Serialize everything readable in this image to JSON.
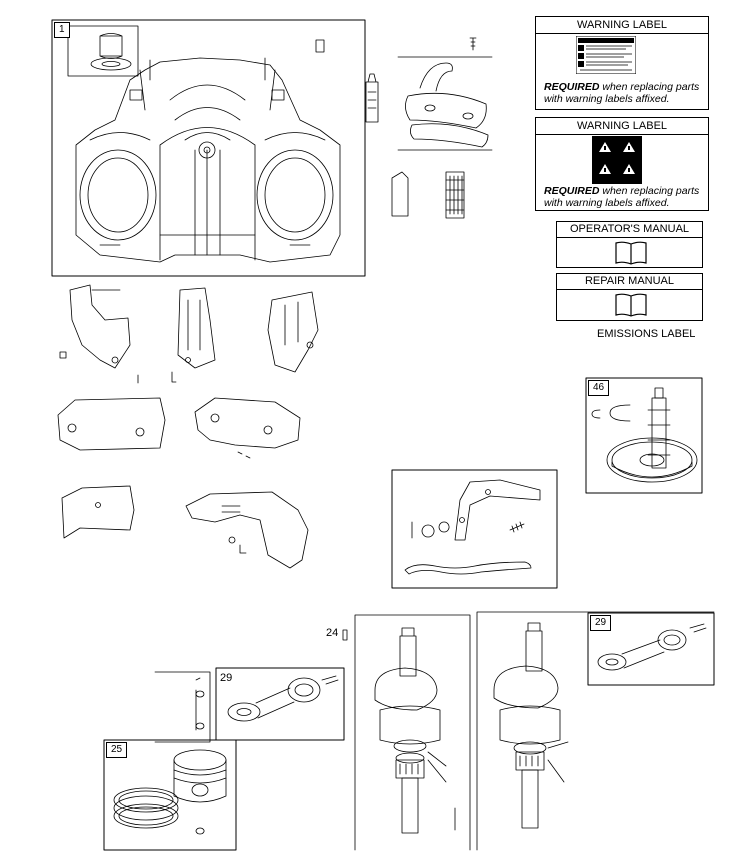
{
  "callouts": {
    "c1": "1",
    "c46": "46",
    "c24": "24",
    "c29a": "29",
    "c29b": "29",
    "c25": "25"
  },
  "warning_labels": [
    {
      "title": "WARNING LABEL",
      "required_bold": "REQUIRED",
      "required_rest_line1": " when replacing parts",
      "required_line2": "with warning labels affixed."
    },
    {
      "title": "WARNING LABEL",
      "required_bold": "REQUIRED",
      "required_rest_line1": " when replacing parts",
      "required_line2": "with warning labels affixed."
    }
  ],
  "manuals": {
    "operators": "OPERATOR'S MANUAL",
    "repair": "REPAIR MANUAL"
  },
  "emissions_label": "EMISSIONS LABEL",
  "icons": [
    "book-icon",
    "warning-pictogram-icon",
    "warning-text-label-icon"
  ]
}
